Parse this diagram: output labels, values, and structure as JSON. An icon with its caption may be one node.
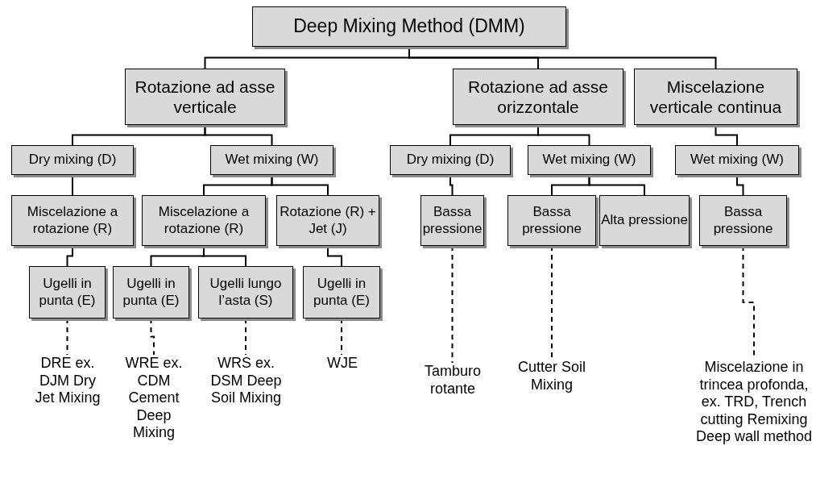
{
  "diagram": {
    "nodes": [
      {
        "text": [
          "Deep Mixing Method (DMM)"
        ]
      },
      {
        "text": [
          "Rotazione ad asse verticale"
        ]
      },
      {
        "text": [
          "Rotazione ad asse orizzontale"
        ]
      },
      {
        "text": [
          "Miscelazione verticale continua"
        ]
      },
      {
        "text": [
          "Dry mixing (D)"
        ]
      },
      {
        "text": [
          "Wet mixing (W)"
        ]
      },
      {
        "text": [
          "Dry mixing (D)"
        ]
      },
      {
        "text": [
          "Wet mixing (W)"
        ]
      },
      {
        "text": [
          "Wet mixing (W)"
        ]
      },
      {
        "text": [
          "Miscelazione a rotazione (R)"
        ]
      },
      {
        "text": [
          "Miscelazione a rotazione (R)"
        ]
      },
      {
        "text": [
          "Rotazione (R) + Jet (J)"
        ]
      },
      {
        "text": [
          "Bassa pressione"
        ]
      },
      {
        "text": [
          "Bassa pressione"
        ]
      },
      {
        "text": [
          "Alta pressione"
        ]
      },
      {
        "text": [
          "Bassa pressione"
        ]
      },
      {
        "text": [
          "Ugelli in punta (E)"
        ]
      },
      {
        "text": [
          "Ugelli in punta (E)"
        ]
      },
      {
        "text": [
          "Ugelli lungo l’asta (S)"
        ]
      },
      {
        "text": [
          "Ugelli in punta (E)"
        ]
      },
      {
        "text": [
          "DRE ex. DJM Dry Jet Mixing"
        ]
      },
      {
        "text": [
          "WRE ex. CDM Cement Deep Mixing"
        ]
      },
      {
        "text": [
          "WRS ex. DSM Deep Soil Mixing"
        ]
      },
      {
        "text": [
          "WJE"
        ]
      },
      {
        "text": [
          "Tamburo rotante"
        ]
      },
      {
        "text": [
          "Cutter Soil Mixing"
        ]
      },
      {
        "text": [
          "Miscelazione in trincea profonda, ex. TRD, Trench cutting Remixing Deep wall method"
        ]
      }
    ],
    "edges": [
      {
        "from": 0,
        "to": 1,
        "arrow": "none"
      },
      {
        "from": 0,
        "to": 2,
        "arrow": "none"
      },
      {
        "from": 0,
        "to": 3,
        "arrow": "none"
      },
      {
        "from": 1,
        "to": 4,
        "arrow": "none"
      },
      {
        "from": 1,
        "to": 5,
        "arrow": "none"
      },
      {
        "from": 2,
        "to": 6,
        "arrow": "none"
      },
      {
        "from": 2,
        "to": 7,
        "arrow": "none"
      },
      {
        "from": 3,
        "to": 8,
        "arrow": "none"
      },
      {
        "from": 4,
        "to": 9,
        "arrow": "none"
      },
      {
        "from": 5,
        "to": 10,
        "arrow": "none"
      },
      {
        "from": 5,
        "to": 11,
        "arrow": "none"
      },
      {
        "from": 6,
        "to": 12,
        "arrow": "none"
      },
      {
        "from": 7,
        "to": 13,
        "arrow": "none"
      },
      {
        "from": 7,
        "to": 14,
        "arrow": "none"
      },
      {
        "from": 8,
        "to": 15,
        "arrow": "none"
      },
      {
        "from": 9,
        "to": 16,
        "arrow": "none"
      },
      {
        "from": 10,
        "to": 17,
        "arrow": "none"
      },
      {
        "from": 10,
        "to": 18,
        "arrow": "none"
      },
      {
        "from": 11,
        "to": 19,
        "arrow": "none"
      },
      {
        "from": 16,
        "to": 20,
        "arrow": "none",
        "style": "dashed"
      },
      {
        "from": 17,
        "to": 21,
        "arrow": "none",
        "style": "dashed"
      },
      {
        "from": 18,
        "to": 22,
        "arrow": "none",
        "style": "dashed"
      },
      {
        "from": 19,
        "to": 23,
        "arrow": "none",
        "style": "dashed"
      },
      {
        "from": 12,
        "to": 24,
        "arrow": "none",
        "style": "dashed"
      },
      {
        "from": 13,
        "to": 25,
        "arrow": "none",
        "style": "dashed"
      },
      {
        "from": 15,
        "to": 26,
        "arrow": "none",
        "style": "dashed"
      }
    ]
  }
}
